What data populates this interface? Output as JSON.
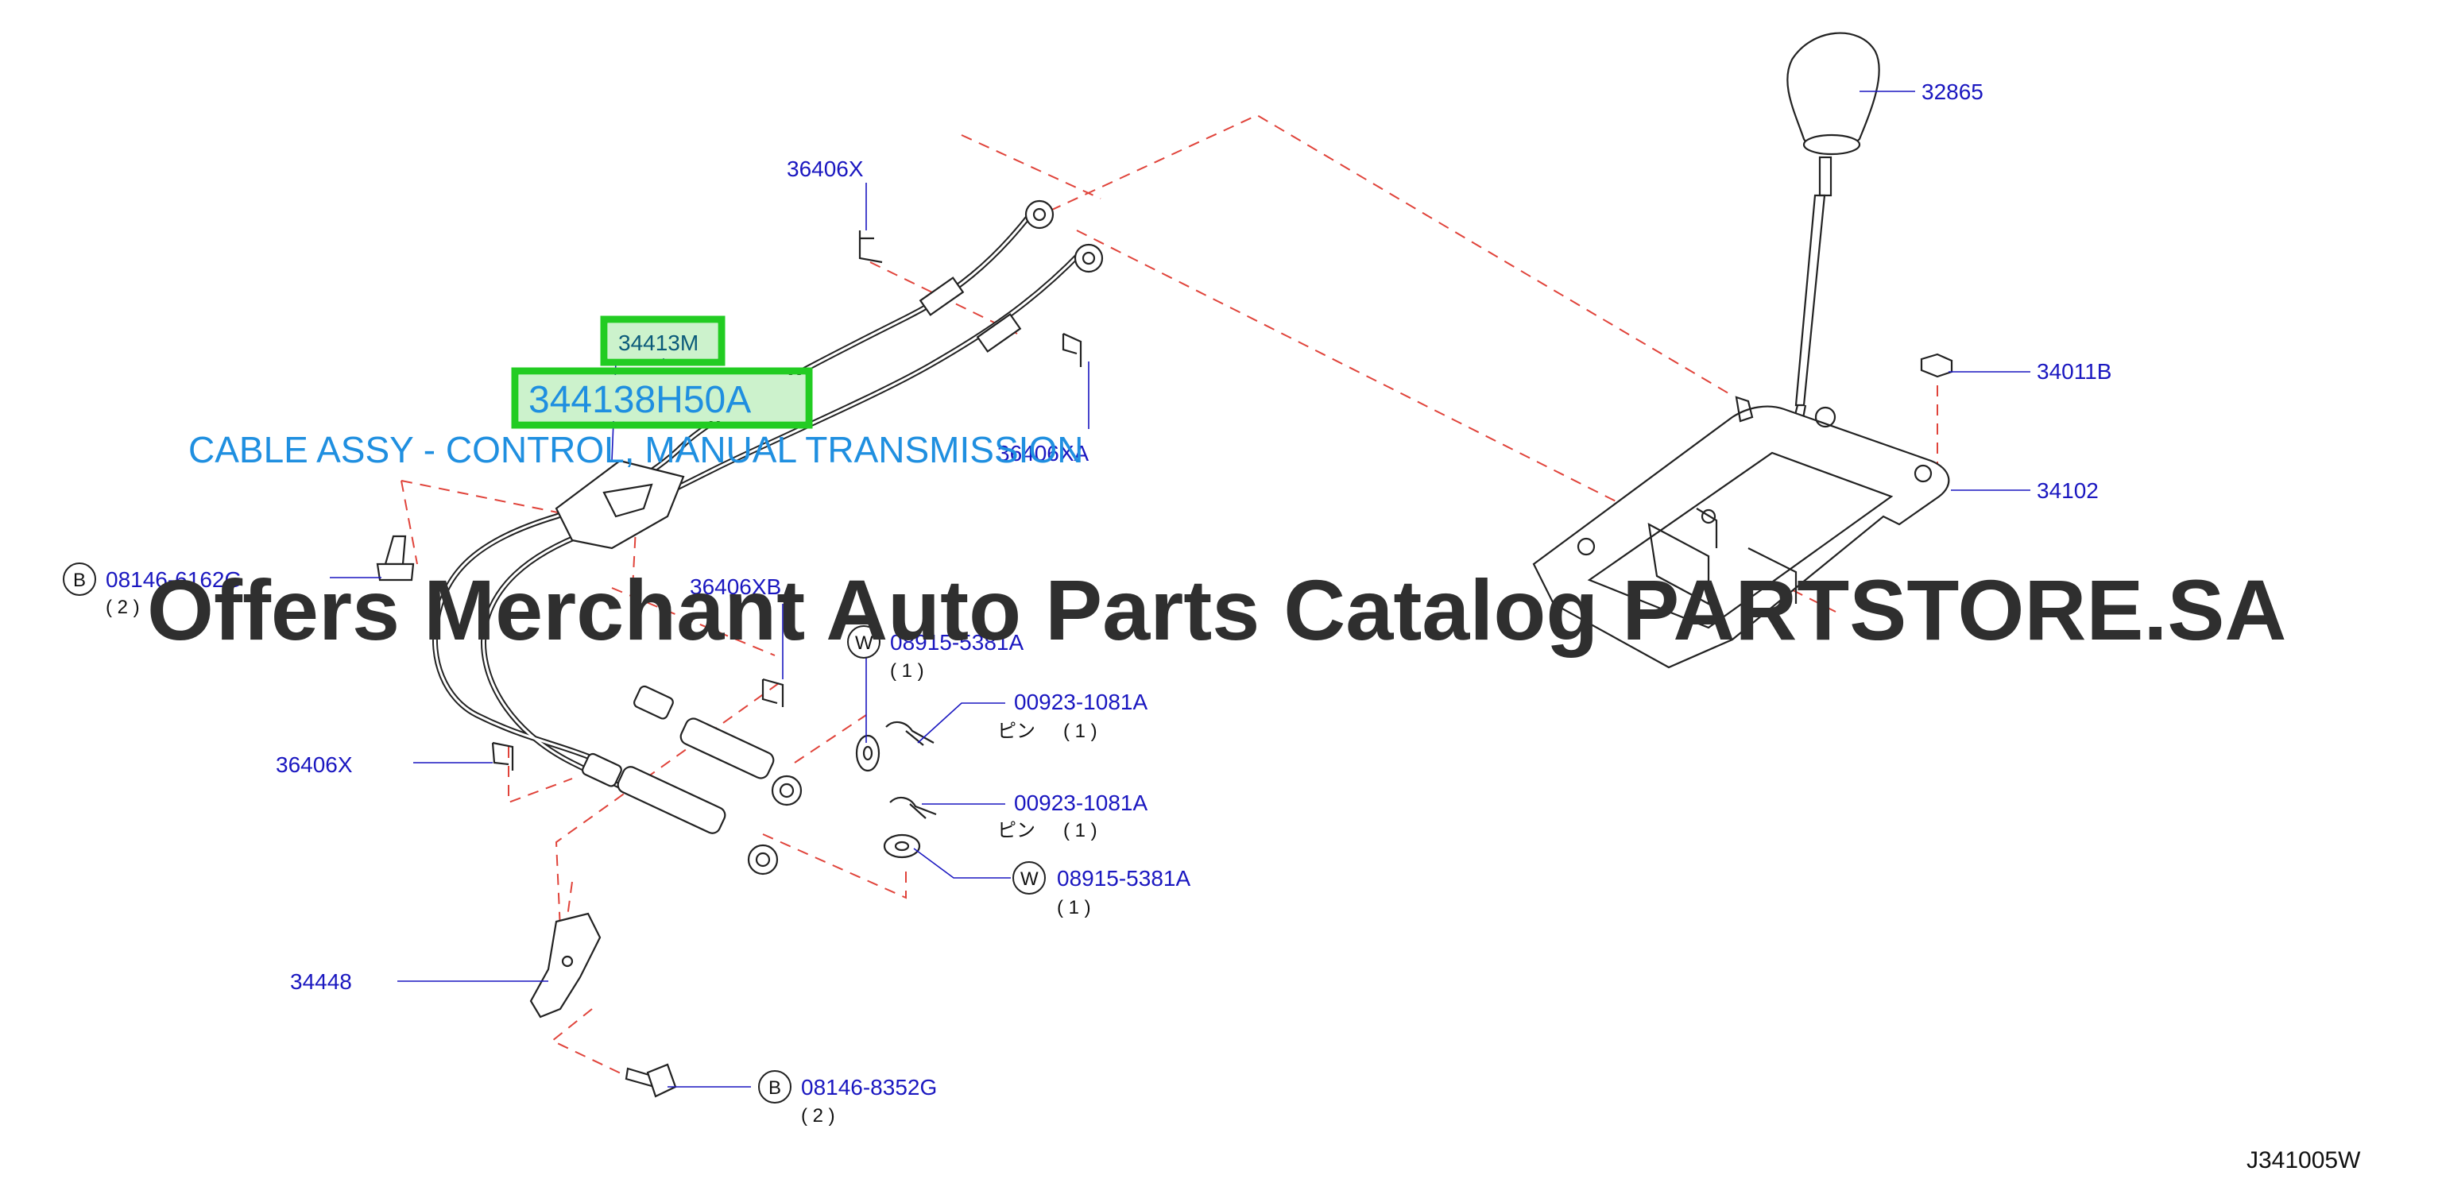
{
  "watermark": "Offers Merchant Auto Parts Catalog PARTSTORE.SA",
  "diagram_code": "J341005W",
  "highlight": {
    "ref_code": "34413M",
    "part_number": "344138H50A",
    "description": "CABLE ASSY - CONTROL, MANUAL TRANSMISSION",
    "color": "#22cc22"
  },
  "callouts": {
    "knob": "32865",
    "nut": "34011B",
    "lever_base": "34102",
    "clip_top": "36406X",
    "clip_a": "36406XA",
    "clip_b": "36406XB",
    "clip_left": "36406X",
    "bracket": "34448",
    "bolt_top": {
      "prefix": "B",
      "part": "08146-6162G",
      "qty": "( 2 )"
    },
    "washer_top": {
      "prefix": "W",
      "part": "08915-5381A",
      "qty": "( 1 )"
    },
    "pin_top": {
      "part": "00923-1081A",
      "note": "ピン",
      "qty": "( 1 )"
    },
    "pin_bottom": {
      "part": "00923-1081A",
      "note": "ピン",
      "qty": "( 1 )"
    },
    "washer_bottom": {
      "prefix": "W",
      "part": "08915-5381A",
      "qty": "( 1 )"
    },
    "bolt_bottom": {
      "prefix": "B",
      "part": "08146-8352G",
      "qty": "( 2 )"
    }
  }
}
